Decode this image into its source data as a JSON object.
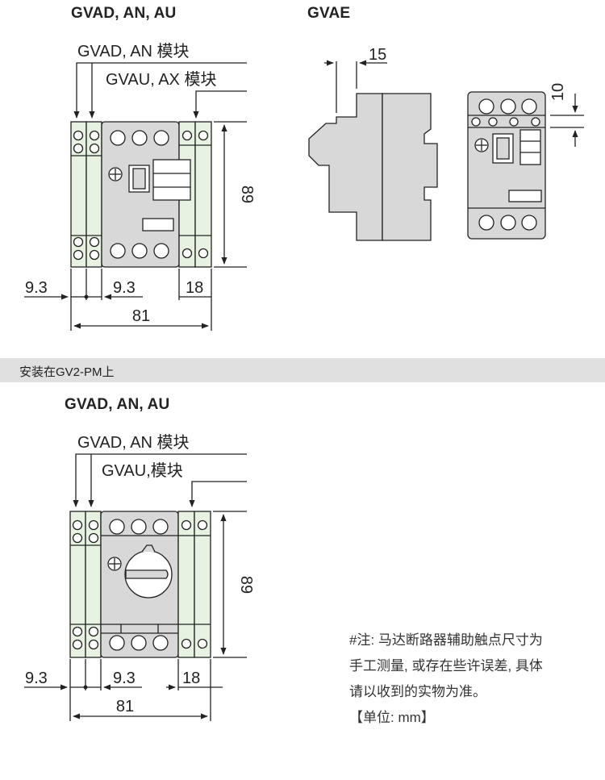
{
  "section1": {
    "title_left": "GVAD, AN, AU",
    "title_right": "GVAE",
    "callout_gvad": "GVAD, AN 模块",
    "callout_gvau": "GVAU, AX 模块",
    "dim_height": "89",
    "dim_left_module": "9.3",
    "dim_second_module": "9.3",
    "dim_right_module": "18",
    "dim_total_width": "81",
    "dim_gvae_offset": "15",
    "dim_gvae_height": "10"
  },
  "band": {
    "label": "安装在GV2-PM上"
  },
  "section2": {
    "title": "GVAD, AN, AU",
    "callout_gvad": "GVAD, AN 模块",
    "callout_gvau": "GVAU,模块",
    "dim_height": "89",
    "dim_left_module": "9.3",
    "dim_second_module": "9.3",
    "dim_right_module": "18",
    "dim_total_width": "81"
  },
  "note": {
    "line1": "#注: 马达断路器辅助触点尺寸为",
    "line2": "手工测量, 或存在些许误差, 具体",
    "line3": "请以收到的实物为准。",
    "line4": "【单位: mm】"
  },
  "colors": {
    "module_green": "#e7f2e2",
    "breaker_gray": "#d8d8d8",
    "band_gray": "#e0e0e0"
  }
}
